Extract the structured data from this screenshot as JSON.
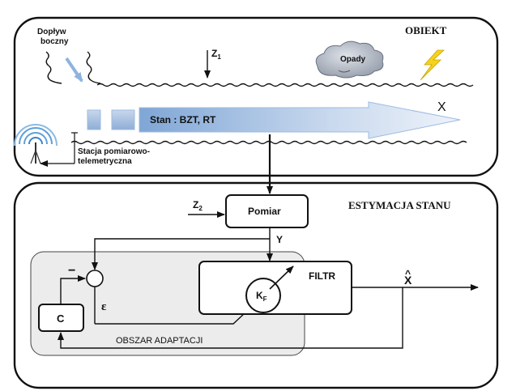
{
  "object_panel": {
    "title": "OBIEKT",
    "side_inflow_line1": "Dopływ",
    "side_inflow_line2": "boczny",
    "z1": "Z",
    "z1_sub": "1",
    "rain": "Opady",
    "state_label": "Stan : BZT, RT",
    "x_label": "X",
    "station_line1": "Stacja pomiarowo-",
    "station_line2": "telemetryczna"
  },
  "estimation_panel": {
    "title": "ESTYMACJA STANU",
    "measurement": "Pomiar",
    "z2": "Z",
    "z2_sub": "2",
    "y_label": "Y",
    "filter": "FILTR",
    "kf": "K",
    "kf_sub": "F",
    "x_hat": "X",
    "hat_mark": "^",
    "epsilon": "ε",
    "minus": "−",
    "c_block": "C",
    "adaptation_area": "OBSZAR ADAPTACJI"
  }
}
